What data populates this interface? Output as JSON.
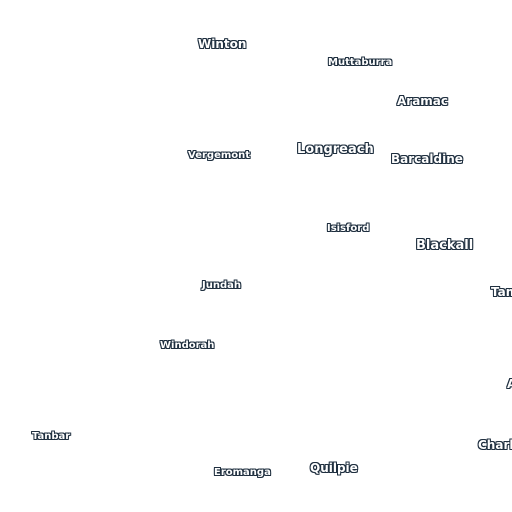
{
  "map": {
    "places": {
      "winton": "Winton",
      "muttaburra": "Muttaburra",
      "aramac": "Aramac",
      "vergemont": "Vergemont",
      "longreach": "Longreach",
      "barcaldine": "Barcaldine",
      "isisford": "Isisford",
      "blackall": "Blackall",
      "tambo": "Tam",
      "jundah": "Jundah",
      "windorah": "Windorah",
      "augathella": "A",
      "tanbar": "Tanbar",
      "charleville": "Charl",
      "eromanga": "Eromanga",
      "quilpie": "Quilpie"
    },
    "label_color": "#ffffff",
    "halo_color": "#1f2f3f",
    "background": "#ffffff"
  }
}
